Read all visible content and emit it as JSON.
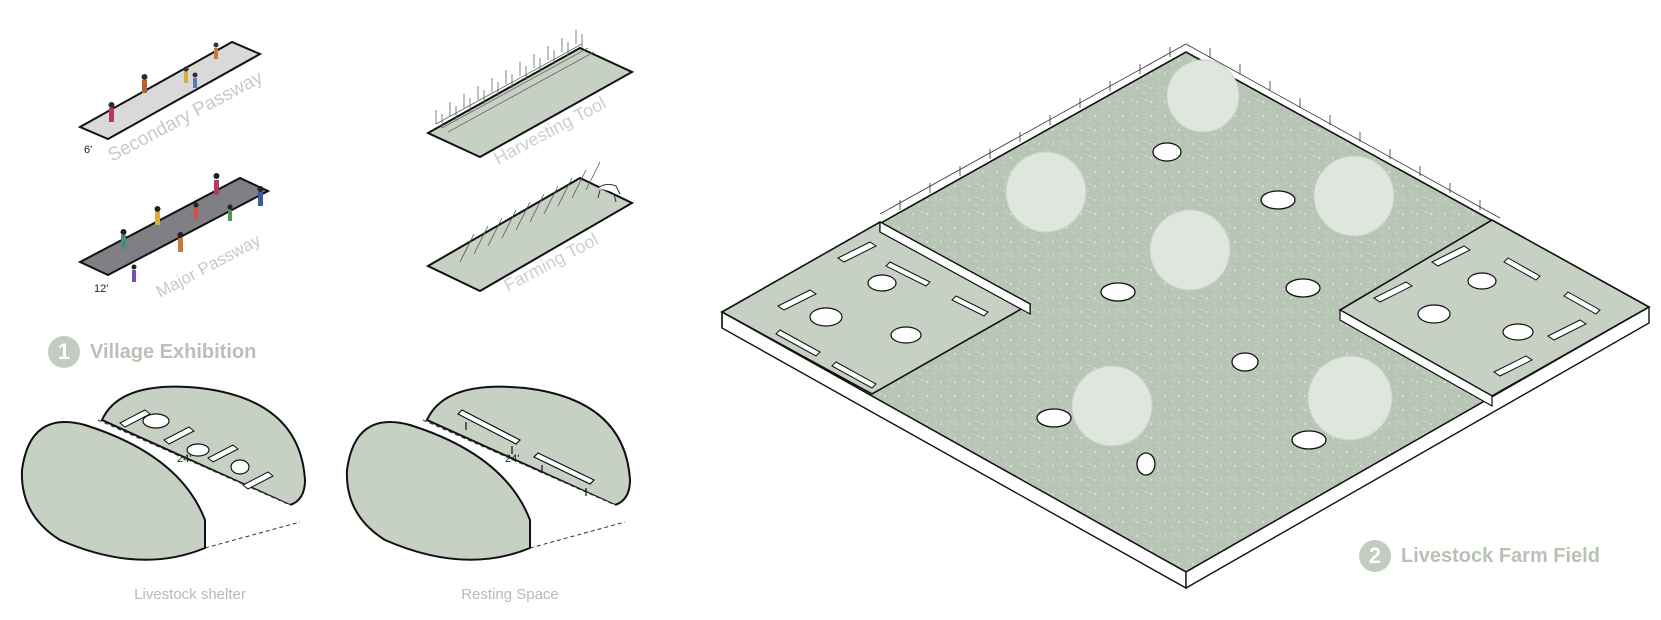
{
  "colors": {
    "sage": "#c6d1c4",
    "field": "#b5c3b3",
    "passway_light": "#d9d9d9",
    "passway_dark": "#7f7f85",
    "label_gray": "#bdbdbd",
    "heading_gray": "#b7c2b4"
  },
  "panels": {
    "secondary_passway": {
      "label": "Secondary Passway",
      "width": "6'"
    },
    "major_passway": {
      "label": "Major Passway",
      "width": "12'"
    },
    "harvesting_tool": {
      "label": "Harvesting Tool"
    },
    "farming_tool": {
      "label": "Farming Tool"
    }
  },
  "sections": {
    "village_exhibition": {
      "number": "1",
      "title": "Village Exhibition"
    },
    "livestock_farm_field": {
      "number": "2",
      "title": "Livestock Farm Field"
    }
  },
  "shelters": {
    "livestock_shelter": {
      "caption": "Livestock shelter",
      "dimension": "24'"
    },
    "resting_space": {
      "caption": "Resting Space",
      "dimension": "24'"
    }
  }
}
